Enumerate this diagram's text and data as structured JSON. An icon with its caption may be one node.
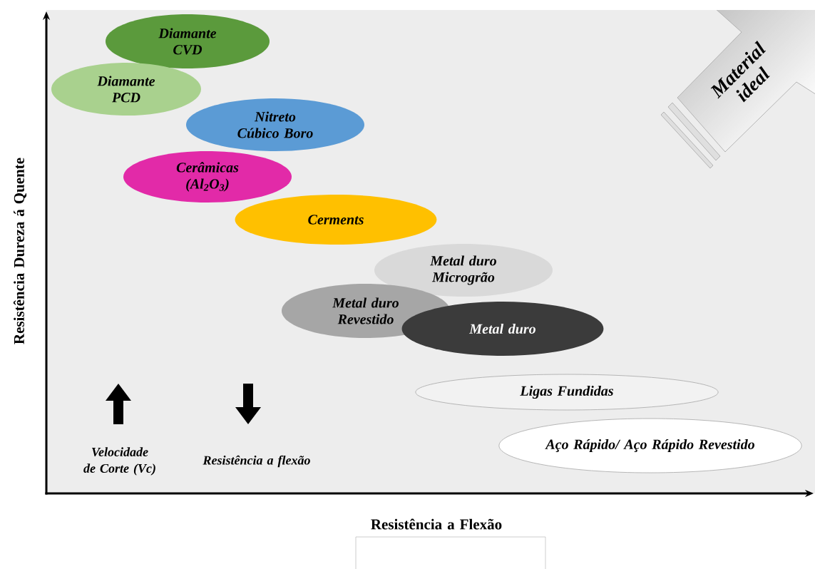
{
  "diagram": {
    "nodes": [
      {
        "text": [
          "Diamante CVD"
        ]
      },
      {
        "text": [
          "Diamante PCD"
        ]
      },
      {
        "text": [
          "Material ideal"
        ]
      },
      {
        "text": [
          "Nitreto Cúbico Boro"
        ]
      },
      {
        "text": [
          "Cerâmicas (Al$_{2}$O$_{3}$)"
        ]
      },
      {
        "text": [
          "Cerments"
        ]
      },
      {
        "text": [
          "Metal duro Microgrão"
        ]
      },
      {
        "text": [
          "Metal duro Revestido"
        ]
      },
      {
        "text": [
          "Metal duro"
        ]
      },
      {
        "text": [
          "Ligas Fundidas"
        ]
      },
      {
        "text": [
          "Aço Rápido/ Aço Rápido Revestido"
        ]
      }
    ],
    "labels": [
      "Resistência Dureza á Quente",
      "Velocidade de Corte (Vc)",
      "Resistência a flexão",
      "Resistência a Flexão"
    ]
  }
}
